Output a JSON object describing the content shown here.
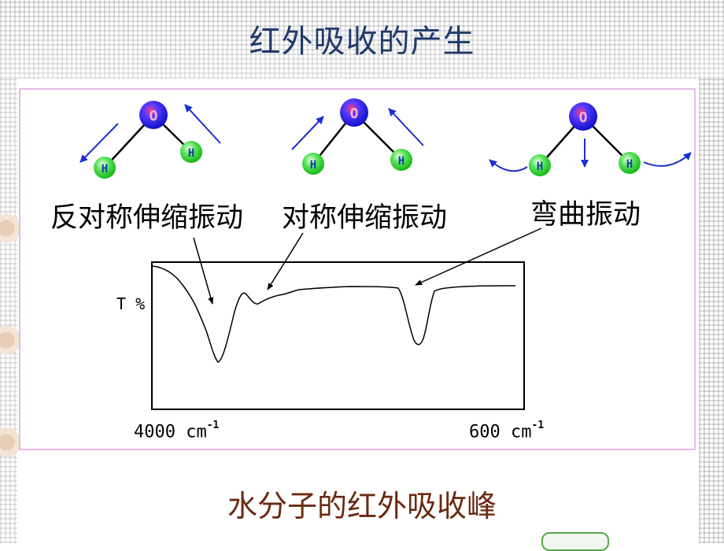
{
  "title": "红外吸收的产生",
  "caption": "水分子的红外吸收峰",
  "molecules": [
    {
      "label": "反对称伸缩振动",
      "center_atom": "O",
      "side_atom": "H"
    },
    {
      "label": "对称伸缩振动",
      "center_atom": "O",
      "side_atom": "H"
    },
    {
      "label": "弯曲振动",
      "center_atom": "O",
      "side_atom": "H"
    }
  ],
  "spectrum": {
    "ylabel": "T %",
    "x_left": "4000",
    "x_right": "600",
    "x_unit": "cm",
    "x_unit_exp": "-1"
  },
  "colors": {
    "oxygen": "#1a1ad6",
    "hydrogen": "#2fcf2f",
    "arrow": "#1b2fd0",
    "title": "#1f3a6b",
    "caption": "#6b2a12",
    "panel_border": "#e6bbe8"
  }
}
